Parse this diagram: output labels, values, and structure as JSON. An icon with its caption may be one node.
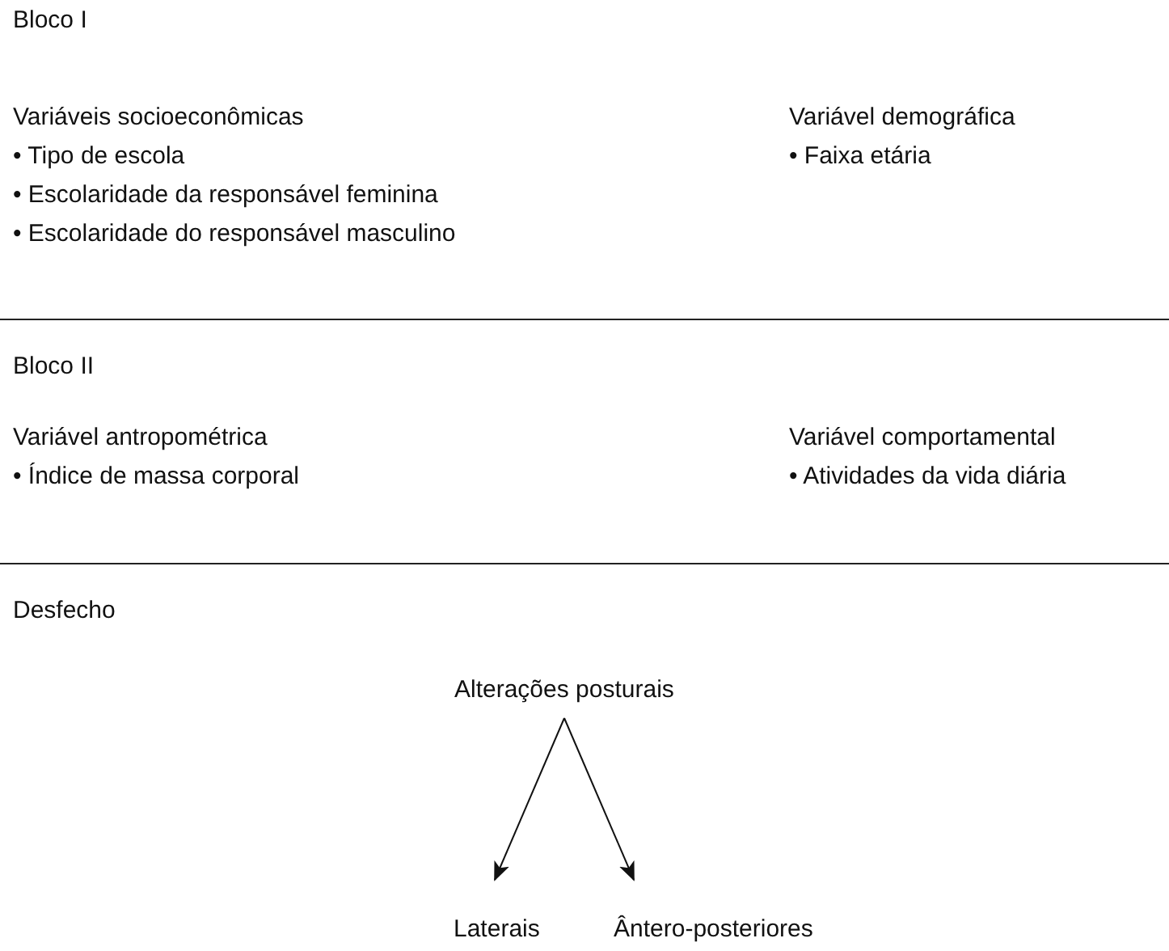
{
  "diagram": {
    "nodes": [
      {
        "text": [
          "Alterações posturais"
        ]
      },
      {
        "text": [
          "Laterais"
        ]
      },
      {
        "text": [
          "Ântero-posteriores"
        ]
      }
    ],
    "edges": [
      {
        "from": 0,
        "to": 1,
        "arrow": "to"
      },
      {
        "from": 0,
        "to": 2,
        "arrow": "to"
      }
    ],
    "labels": [
      "Bloco I",
      "Variáveis socioeconômicas",
      "Variável demográfica",
      "• Tipo de escola",
      "• Faixa etária",
      "• Escolaridade da responsável feminina",
      "• Escolaridade do responsável masculino",
      "Bloco II",
      "Variável antropométrica",
      "Variável comportamental",
      "• Índice de massa corporal",
      "• Atividades da vida diária",
      "Desfecho"
    ]
  }
}
